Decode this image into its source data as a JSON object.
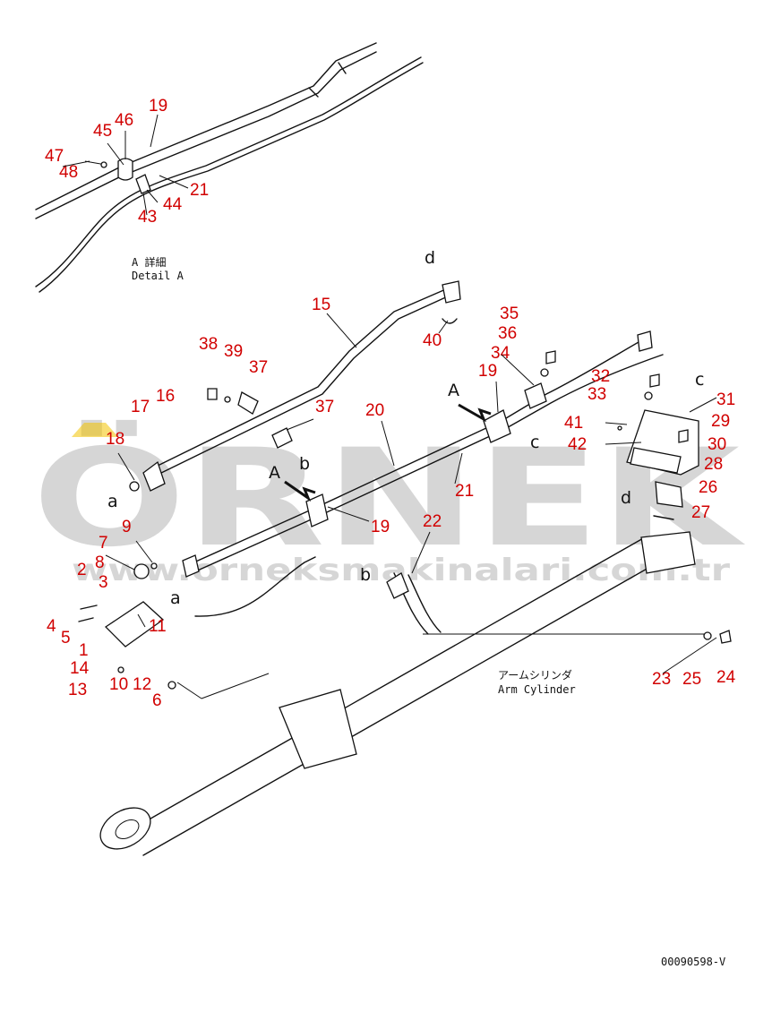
{
  "detail": {
    "line1": "A  詳細",
    "line2": "Detail A"
  },
  "cylinder_label": {
    "jp": "アームシリンダ",
    "en": "Arm Cylinder"
  },
  "drawing_number": "00090598-V",
  "watermark": {
    "main": "ÖRNEK",
    "url": "www.orneksmakinalari.com.tr"
  },
  "view_markers": [
    "A",
    "A"
  ],
  "connection_letters": [
    "a",
    "a",
    "b",
    "b",
    "c",
    "c",
    "d",
    "d"
  ],
  "parts": [
    "1",
    "2",
    "3",
    "4",
    "5",
    "6",
    "7",
    "8",
    "9",
    "10",
    "11",
    "12",
    "13",
    "14",
    "15",
    "16",
    "17",
    "18",
    "19",
    "19",
    "19",
    "20",
    "21",
    "21",
    "22",
    "23",
    "24",
    "25",
    "26",
    "27",
    "28",
    "29",
    "30",
    "31",
    "32",
    "33",
    "34",
    "35",
    "36",
    "37",
    "37",
    "38",
    "39",
    "40",
    "41",
    "42",
    "43",
    "44",
    "45",
    "46",
    "47",
    "48"
  ],
  "colors": {
    "callout": "#d10000",
    "ink": "#111111",
    "watermark": "#d6d6d6",
    "watermark_accent": "#f2c200"
  }
}
